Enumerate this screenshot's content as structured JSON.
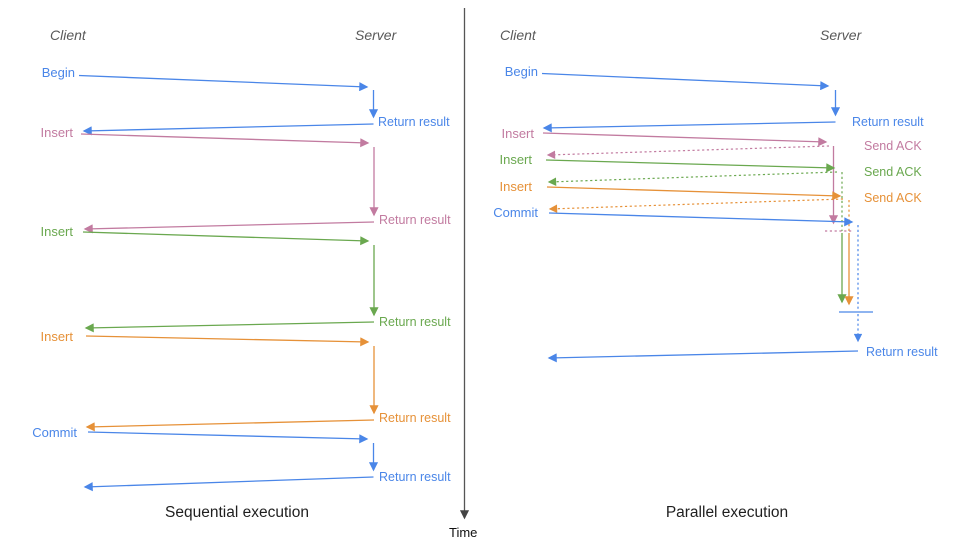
{
  "diagram": {
    "time_label": "Time",
    "colors": {
      "blue": "#4a86e8",
      "pink": "#c27ba0",
      "green": "#6aa84f",
      "orange": "#e69138",
      "axis": "#555555",
      "header_gray": "#595959"
    },
    "left": {
      "title": "Sequential execution",
      "client": "Client",
      "server": "Server",
      "ops": [
        {
          "label": "Begin",
          "color": "blue",
          "result": "Return result"
        },
        {
          "label": "Insert",
          "color": "pink",
          "result": "Return result"
        },
        {
          "label": "Insert",
          "color": "green",
          "result": "Return result"
        },
        {
          "label": "Insert",
          "color": "orange",
          "result": "Return result"
        },
        {
          "label": "Commit",
          "color": "blue",
          "result": "Return result"
        }
      ]
    },
    "right": {
      "title": "Parallel execution",
      "client": "Client",
      "server": "Server",
      "ops": [
        {
          "label": "Begin",
          "color": "blue",
          "result": "Return result"
        },
        {
          "label": "Insert",
          "color": "pink",
          "ack": "Send ACK"
        },
        {
          "label": "Insert",
          "color": "green",
          "ack": "Send ACK"
        },
        {
          "label": "Insert",
          "color": "orange",
          "ack": "Send ACK"
        },
        {
          "label": "Commit",
          "color": "blue",
          "result": "Return result"
        }
      ]
    }
  }
}
